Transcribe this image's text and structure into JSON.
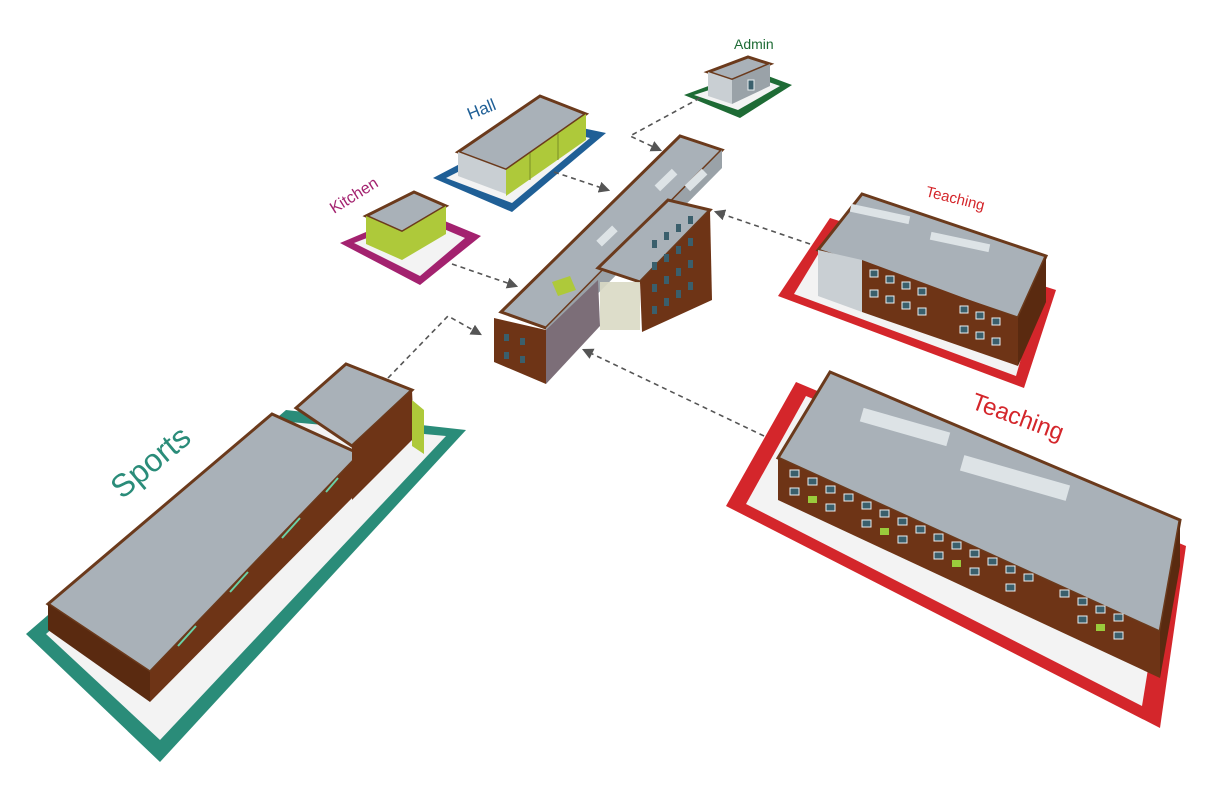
{
  "labels": {
    "admin": "Admin",
    "hall": "Hall",
    "kitchen": "Kitchen",
    "teaching_small": "Teaching",
    "teaching_large": "Teaching",
    "sports": "Sports"
  },
  "colors": {
    "admin": "#1e6b35",
    "hall": "#1f5f96",
    "kitchen": "#a3226f",
    "teaching": "#d4262b",
    "sports": "#2a8c79",
    "roof": "#a9b1b8",
    "brick": "#6e3416",
    "accent_lime": "#aec93a"
  }
}
